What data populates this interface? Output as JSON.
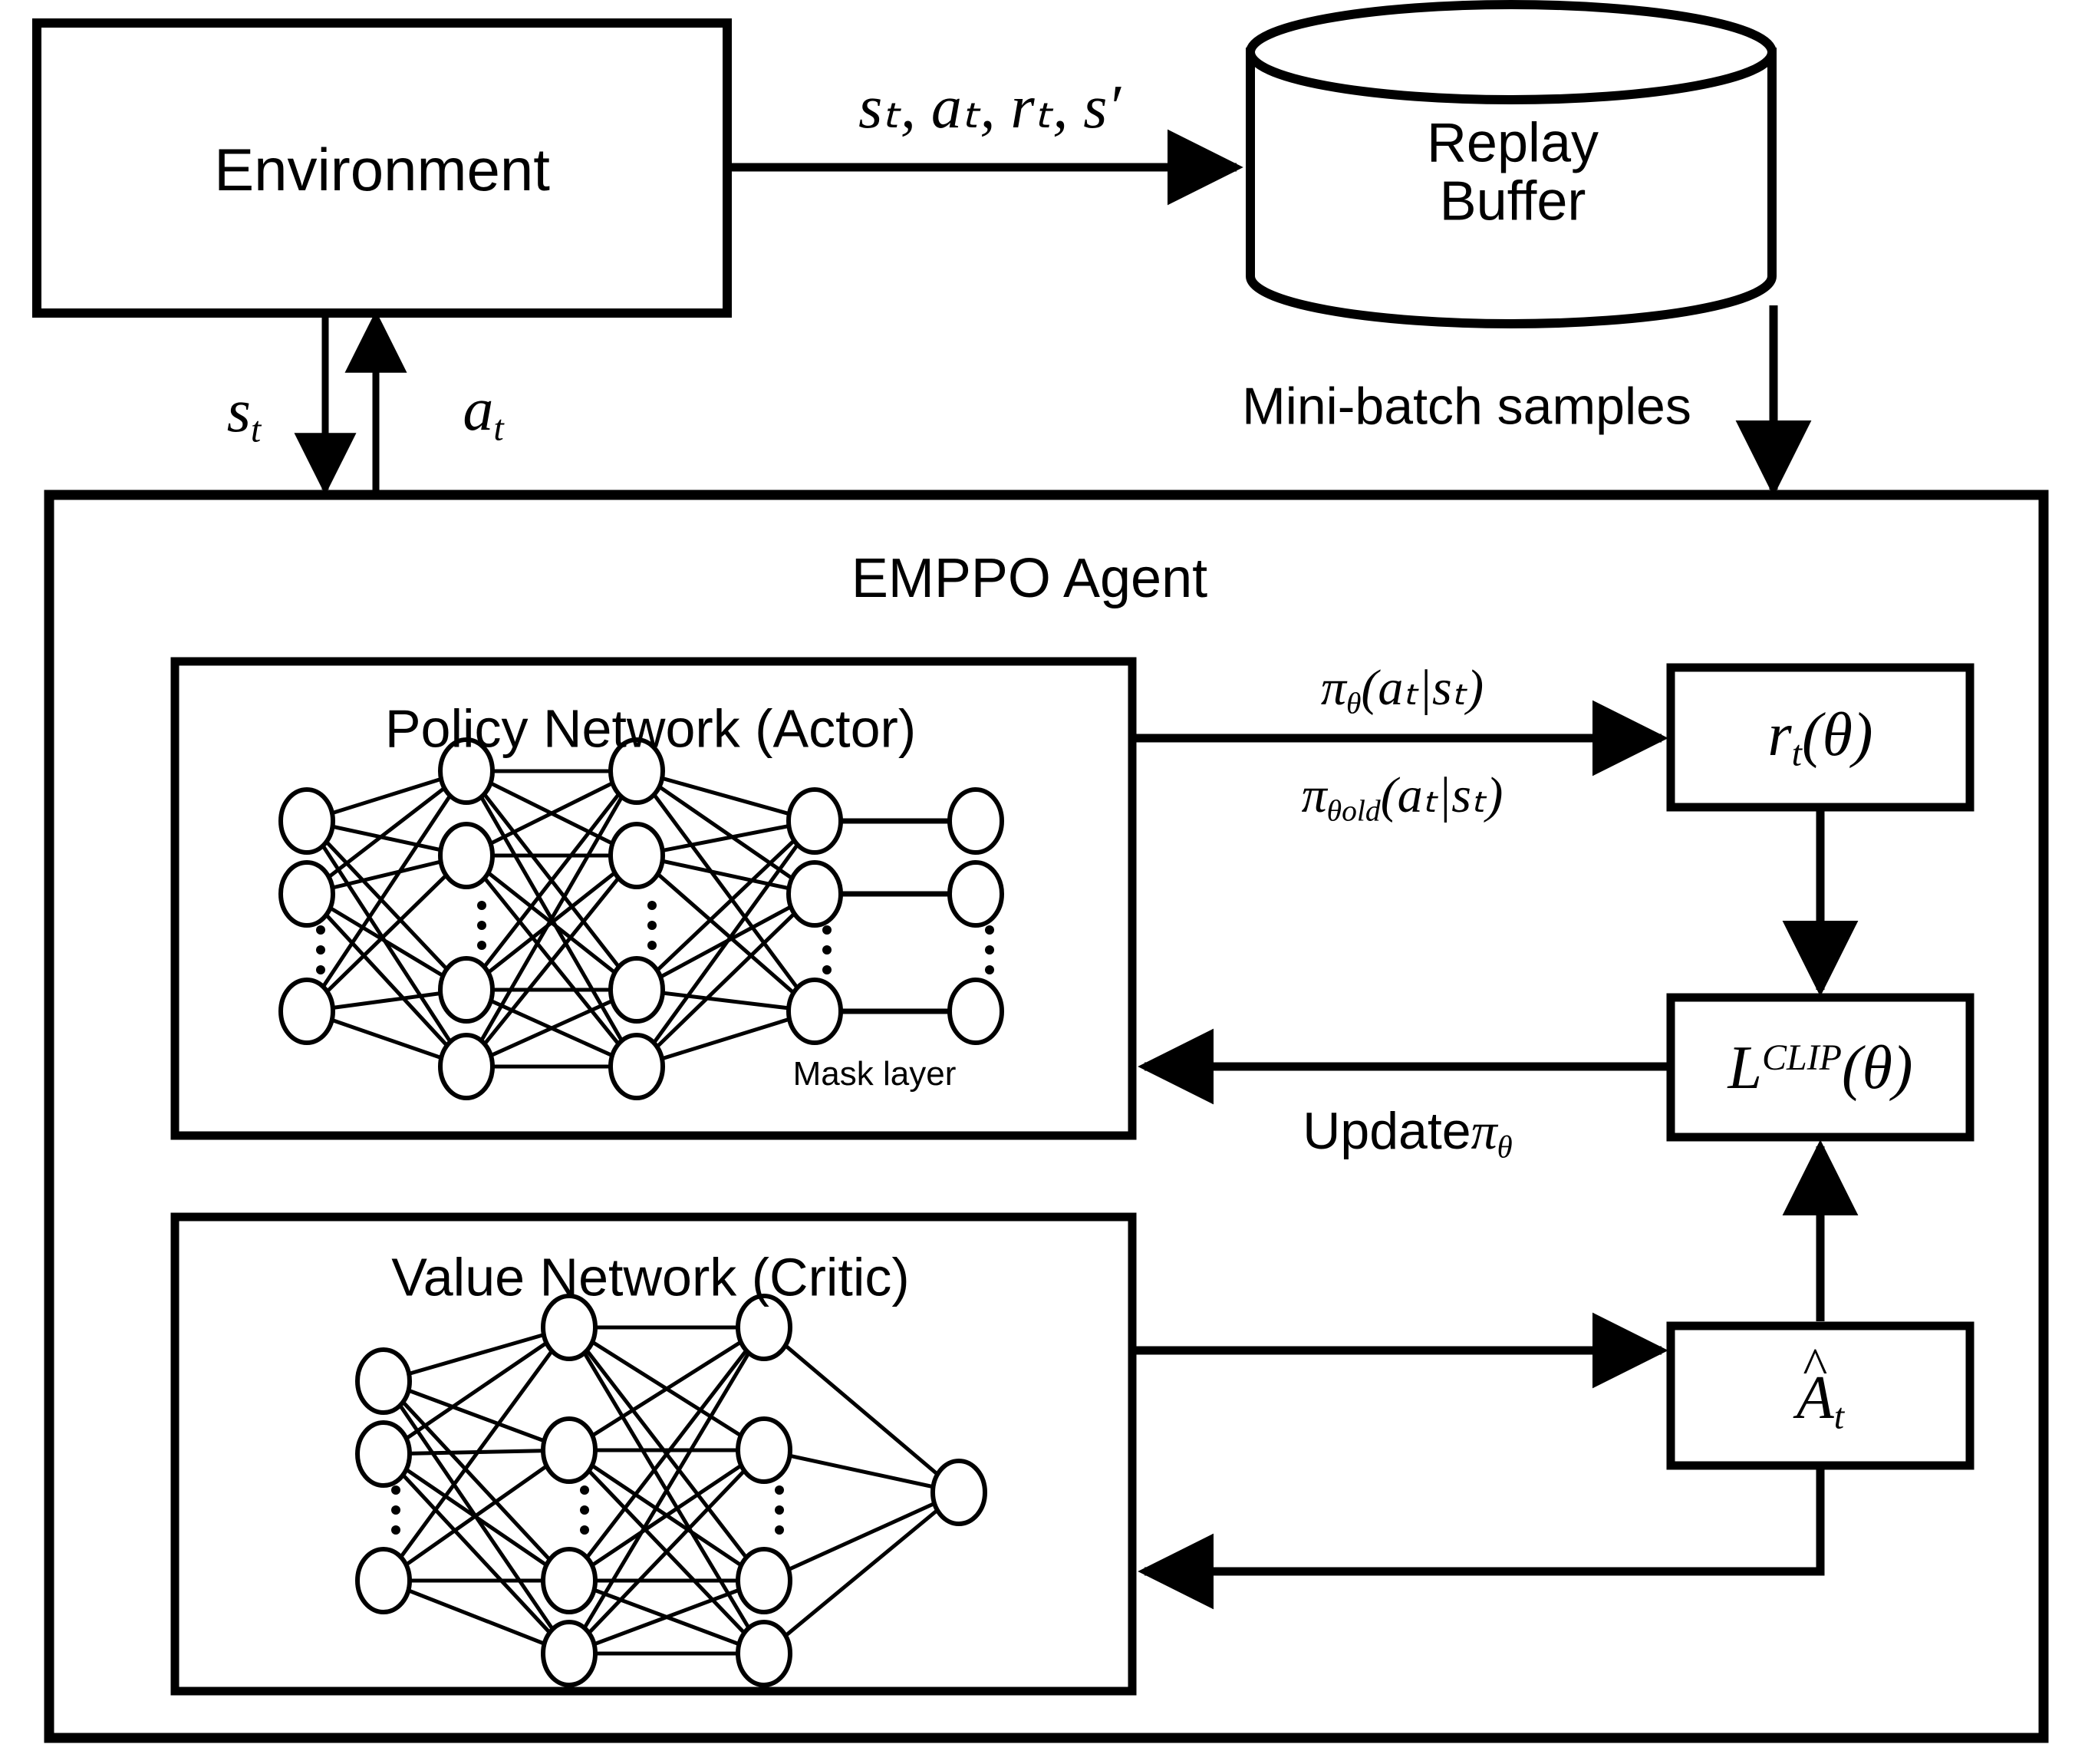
{
  "diagram": {
    "title": "EMPPO Agent architecture",
    "stroke_color": "#000000",
    "background": "#ffffff"
  },
  "nodes": {
    "environment": {
      "label": "Environment"
    },
    "replay_buffer": {
      "label_line1": "Replay",
      "label_line2": "Buffer"
    },
    "agent": {
      "label": "EMPPO Agent"
    },
    "policy_network": {
      "label": "Policy Network (Actor)",
      "mask_label": "Mask layer"
    },
    "value_network": {
      "label": "Value Network (Critic)"
    },
    "ratio_box": {
      "base": "r",
      "sub": "t",
      "arg": "(θ)"
    },
    "clip_loss_box": {
      "base": "L",
      "sup": "CLIP",
      "arg": "(θ)"
    },
    "advantage_box": {
      "base": "A",
      "sub": "t",
      "hat": "^"
    }
  },
  "edges": {
    "transition_tuple": {
      "label": "sₜ, aₜ, rₜ, s′"
    },
    "state": {
      "label": "s",
      "sub": "t"
    },
    "action": {
      "label": "a",
      "sub": "t"
    },
    "minibatch": {
      "label": "Mini-batch samples"
    },
    "policy_ratio_numerator": {
      "pi": "π",
      "sub": "θ",
      "args": "(aₜ|sₜ)"
    },
    "policy_ratio_denominator": {
      "pi": "π",
      "sub": "θold",
      "args": "(aₜ|sₜ)"
    },
    "update_policy": {
      "label": "Update",
      "pi": "π",
      "sub": "θ"
    }
  },
  "networks": {
    "policy": {
      "layers": [
        {
          "name": "input",
          "visible_nodes": 3,
          "has_ellipsis": true
        },
        {
          "name": "hidden-1",
          "visible_nodes": 4,
          "has_ellipsis": true
        },
        {
          "name": "hidden-2",
          "visible_nodes": 4,
          "has_ellipsis": true
        },
        {
          "name": "output",
          "visible_nodes": 3,
          "has_ellipsis": true
        },
        {
          "name": "mask",
          "visible_nodes": 3,
          "has_ellipsis": true
        }
      ]
    },
    "value": {
      "layers": [
        {
          "name": "input",
          "visible_nodes": 3,
          "has_ellipsis": true
        },
        {
          "name": "hidden-1",
          "visible_nodes": 4,
          "has_ellipsis": true
        },
        {
          "name": "hidden-2",
          "visible_nodes": 4,
          "has_ellipsis": true
        },
        {
          "name": "output",
          "visible_nodes": 1,
          "has_ellipsis": false
        }
      ]
    }
  }
}
